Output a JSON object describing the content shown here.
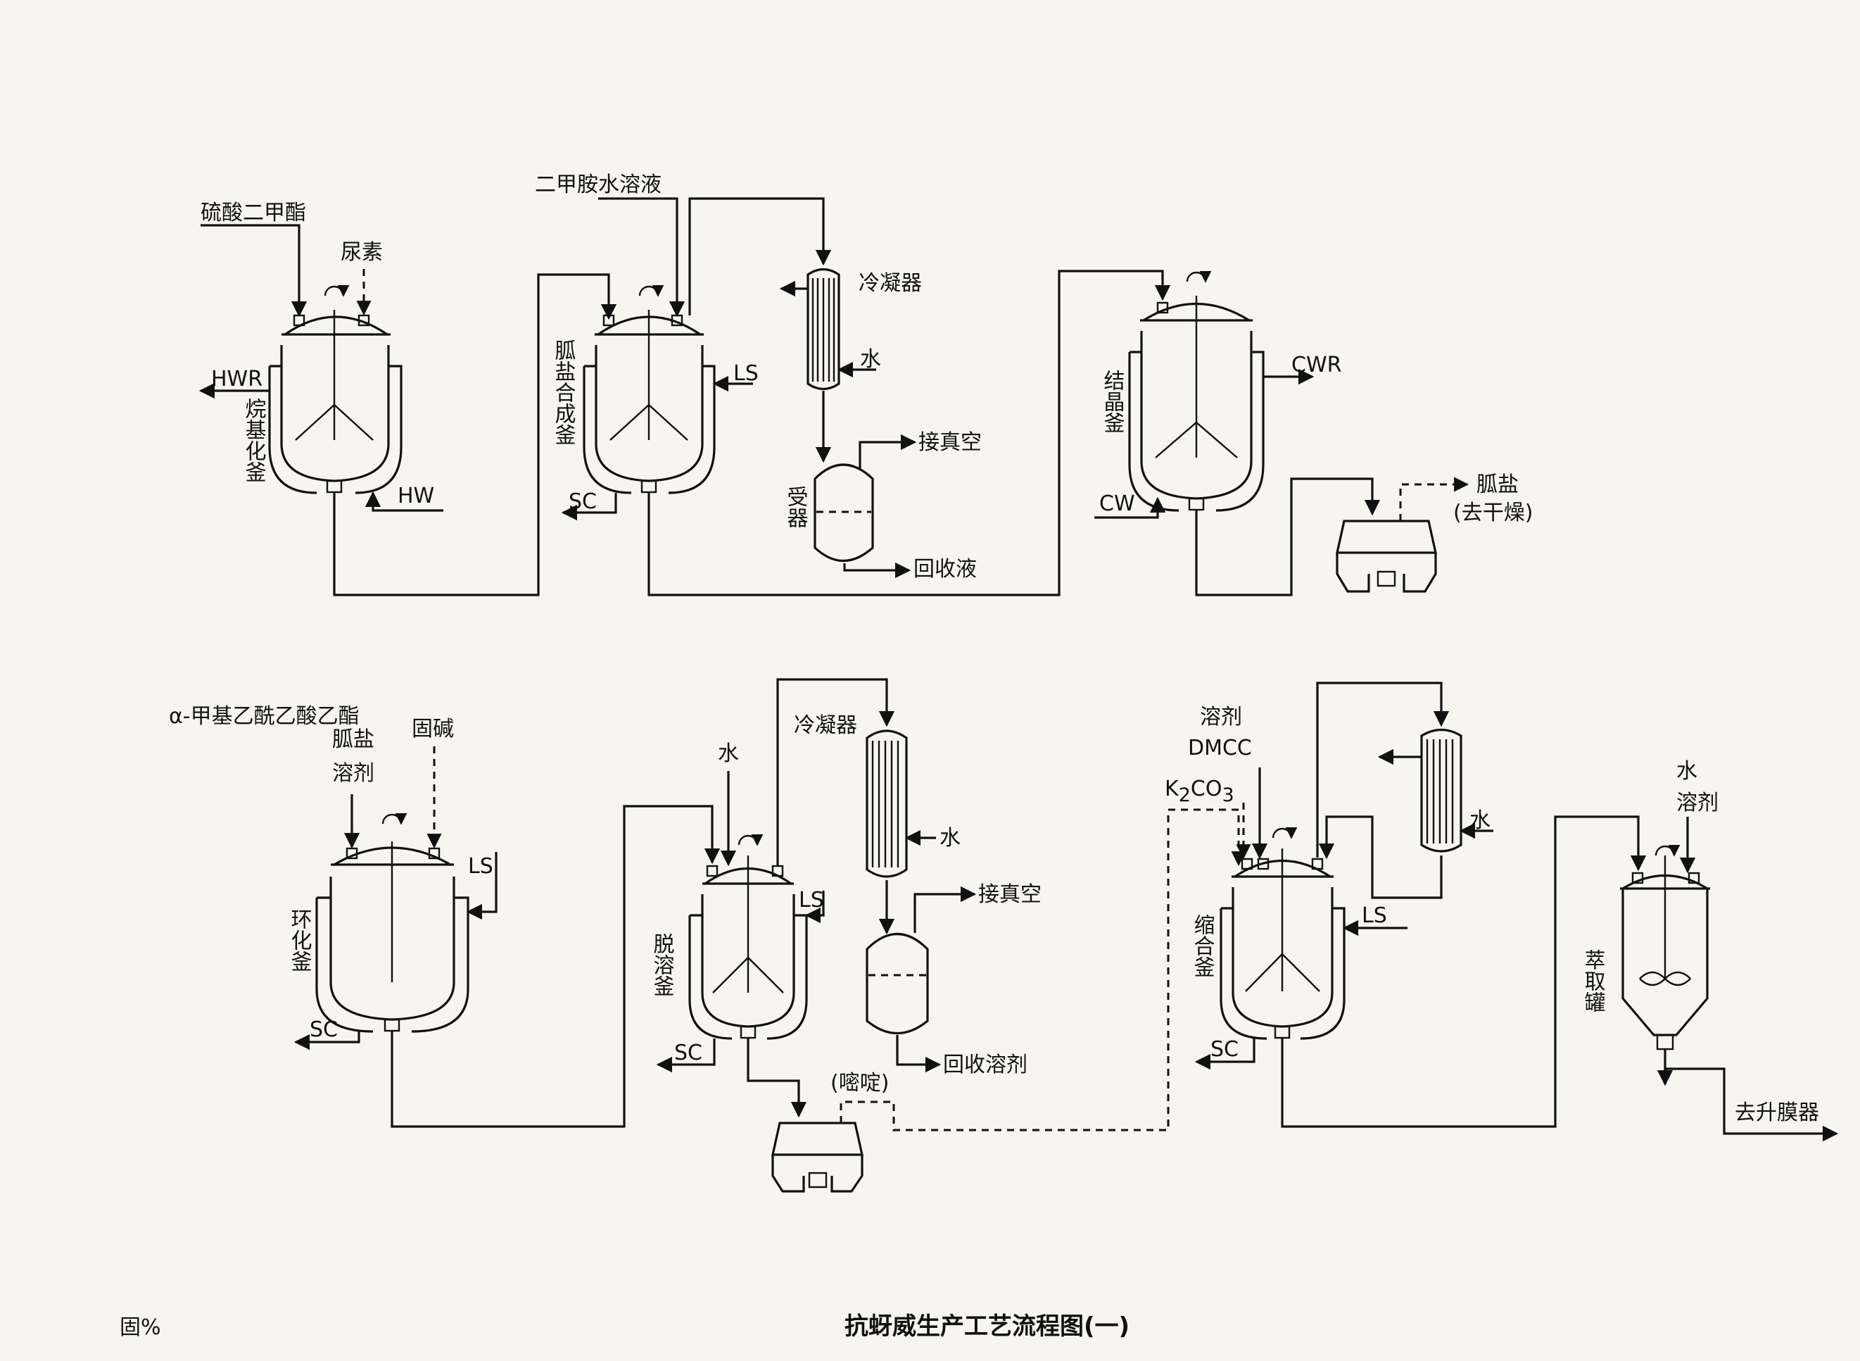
{
  "diagram": {
    "title": "抗蚜威生产工艺流程图(一)",
    "corner_mark": "固%",
    "row1": {
      "alkylation": {
        "name": "烷基化釜",
        "feed1": "硫酸二甲酯",
        "feed2": "尿素",
        "hwr": "HWR",
        "hw": "HW"
      },
      "guanidine_salt_synthesis": {
        "name": "胍盐合成釜",
        "feed": "二甲胺水溶液",
        "ls": "LS",
        "sc": "SC"
      },
      "condenser1": {
        "name": "冷凝器",
        "water": "水"
      },
      "receiver1": {
        "name": "受器",
        "vacuum": "接真空",
        "recovered": "回收液"
      },
      "crystallizer": {
        "name": "结晶釜",
        "cwr": "CWR",
        "cw": "CW"
      },
      "centrifuge1": {
        "product_line1": "胍盐",
        "product_line2": "(去干燥)"
      }
    },
    "row2": {
      "cyclization": {
        "name": "环化釜",
        "feed1": "α-甲基乙酰乙酸乙酯",
        "feed2": "胍盐",
        "feed3": "溶剂",
        "feed4": "固碱",
        "ls": "LS",
        "sc": "SC"
      },
      "desolvation": {
        "name": "脱溶釜",
        "water": "水",
        "ls": "LS",
        "sc": "SC"
      },
      "condenser2": {
        "name": "冷凝器",
        "water": "水"
      },
      "receiver2": {
        "vacuum": "接真空",
        "recovered": "回收溶剂"
      },
      "centrifuge2": {
        "label": "(嘧啶)"
      },
      "condensation": {
        "name": "缩合釜",
        "feed1": "溶剂",
        "feed2": "DMCC",
        "feed3_main": "K",
        "feed3_sub1": "2",
        "feed3_mid": "CO",
        "feed3_sub2": "3",
        "ls": "LS",
        "sc": "SC"
      },
      "condenser3": {
        "water": "水"
      },
      "extraction": {
        "name": "萃取罐",
        "feed1": "水",
        "feed2": "溶剂",
        "outlet": "去升膜器"
      }
    }
  }
}
